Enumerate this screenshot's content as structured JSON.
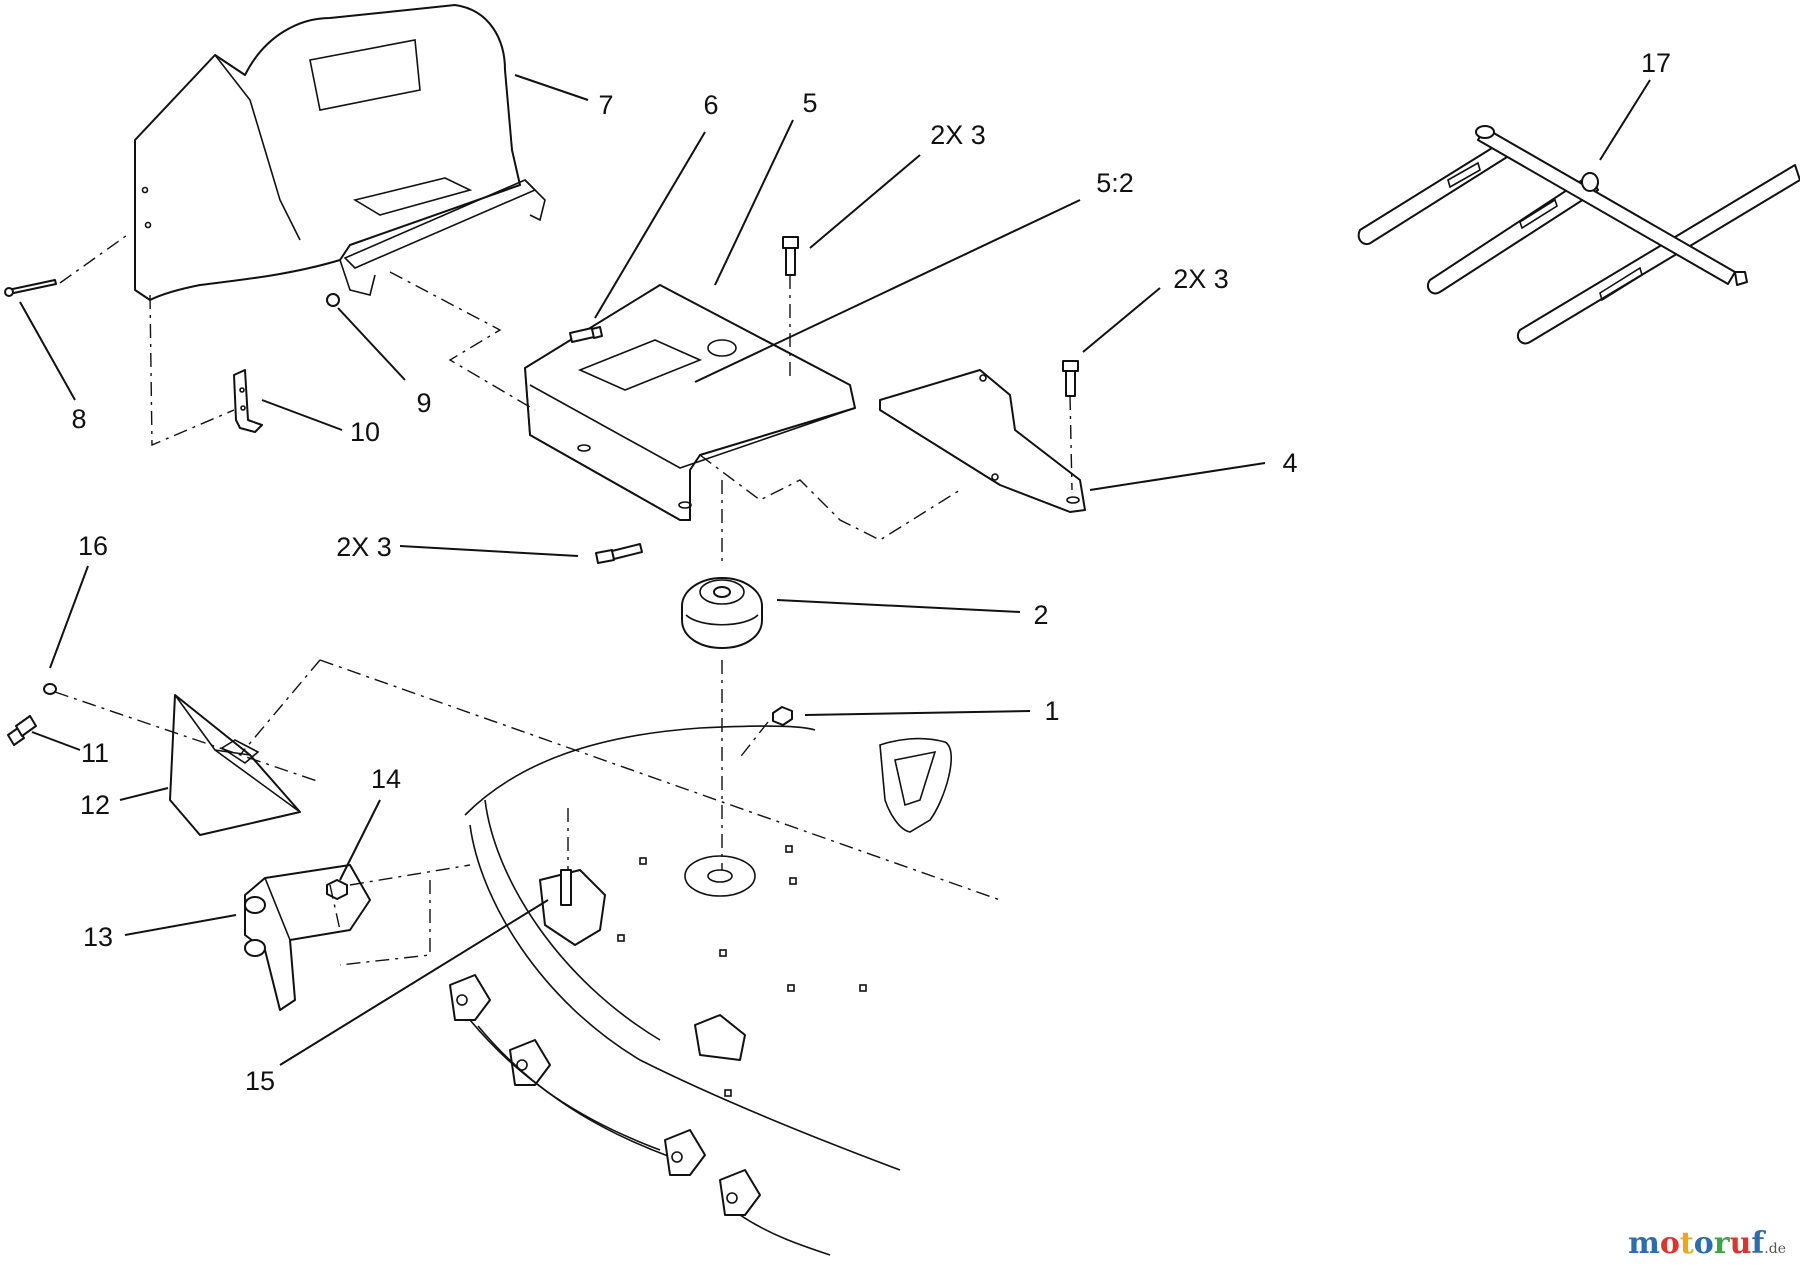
{
  "callouts": {
    "c1": "1",
    "c2": "2",
    "c3a": "2X 3",
    "c3b": "2X 3",
    "c3c": "2X 3",
    "c4": "4",
    "c5": "5",
    "c5_2": "5:2",
    "c6": "6",
    "c7": "7",
    "c8": "8",
    "c9": "9",
    "c10": "10",
    "c11": "11",
    "c12": "12",
    "c13": "13",
    "c14": "14",
    "c15": "15",
    "c16": "16",
    "c17": "17"
  },
  "watermark": {
    "letters": [
      "m",
      "o",
      "t",
      "o",
      "r",
      "u",
      "f"
    ],
    "colors": [
      "#2a6db0",
      "#e2332a",
      "#f2a516",
      "#2a6db0",
      "#3aa640",
      "#e2332a",
      "#2a6db0"
    ],
    "tld": ".de"
  }
}
